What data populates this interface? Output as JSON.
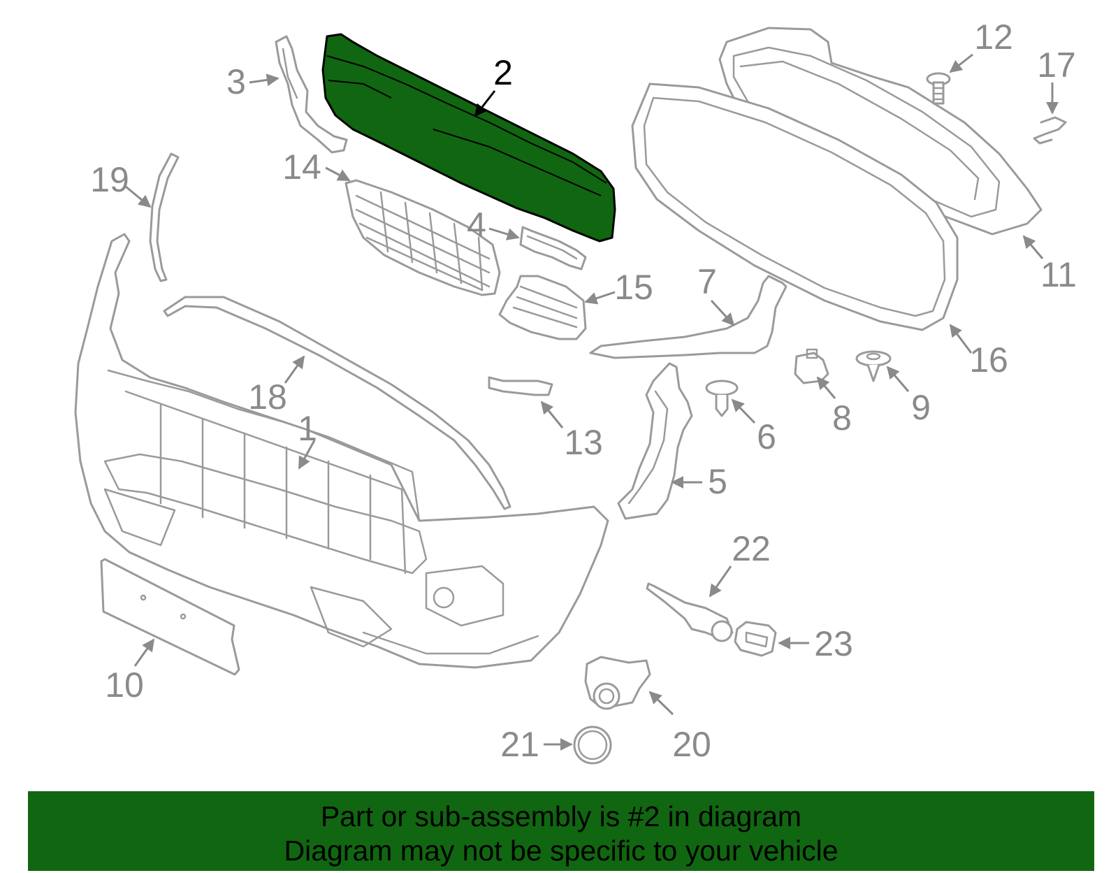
{
  "diagram": {
    "highlight_color": "#116611",
    "outline_color": "#9a9a9a",
    "highlighted_part": "2",
    "callouts": [
      "1",
      "2",
      "3",
      "4",
      "5",
      "6",
      "7",
      "8",
      "9",
      "10",
      "11",
      "12",
      "13",
      "14",
      "15",
      "16",
      "17",
      "18",
      "19",
      "20",
      "21",
      "22",
      "23"
    ]
  },
  "banner": {
    "line1": "Part or sub-assembly is #2 in diagram",
    "line2": "Diagram may not be specific to your vehicle"
  }
}
